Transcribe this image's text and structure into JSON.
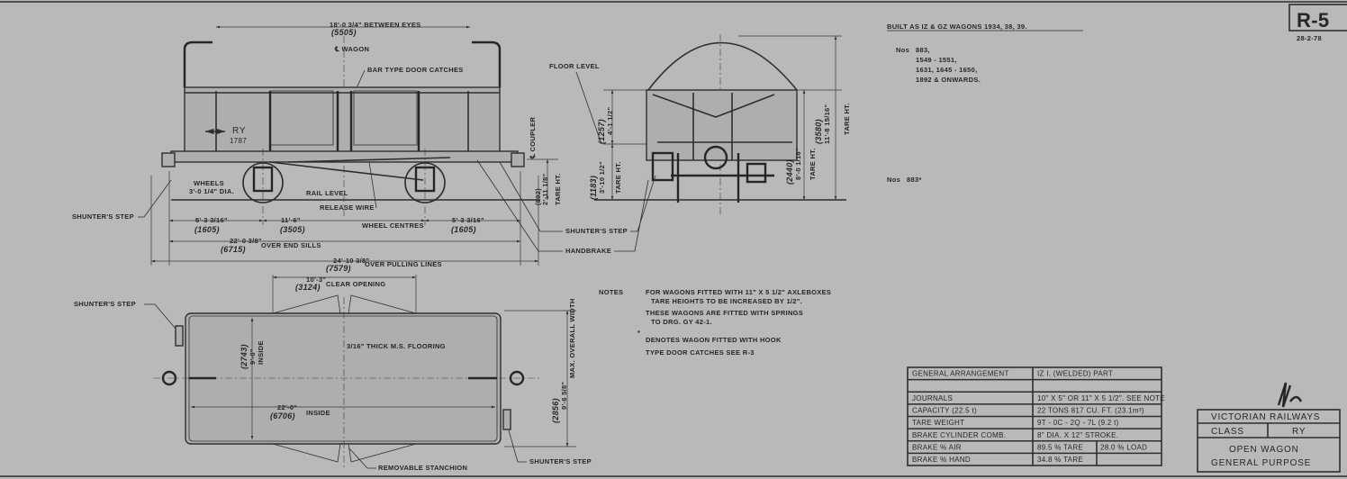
{
  "sheet": {
    "number": "R-5",
    "date": "28-2-78"
  },
  "built_note": "BUILT AS IZ & GZ WAGONS 1934, 38, 39.",
  "numbers": {
    "label": "Nos",
    "lines": [
      "883,",
      "1549 - 1551,",
      "1631,  1645 - 1650,",
      "1892 & ONWARDS."
    ],
    "second_label": "Nos",
    "second_value": "883*"
  },
  "side_elevation": {
    "between_eyes": "18'-0 3/4\" BETWEEN EYES",
    "between_eyes_mm": "(5505)",
    "centre_wagon": "℄ WAGON",
    "door_catches": "BAR TYPE DOOR CATCHES",
    "wagon_class": "RY",
    "wagon_number": "1787",
    "coupler": "℄ COUPLER",
    "wheels": "WHEELS",
    "wheel_dia": "3'-0 1/4\" DIA.",
    "rail_level": "RAIL LEVEL",
    "release_wire": "RELEASE WIRE",
    "shunters_step": "SHUNTER'S STEP",
    "end_left": "5'-3 3/16\"",
    "end_left_mm": "(1605)",
    "wheel_centres": "11'-6\"",
    "wheel_centres_mm": "(3505)",
    "wheel_centres_label": "WHEEL CENTRES",
    "end_right": "5'-3 3/16\"",
    "end_right_mm": "(1605)",
    "end_sills": "22'-0 3/8\"",
    "end_sills_mm": "(6715)",
    "end_sills_label": "OVER END SILLS",
    "pulling_lines": "24'-10 3/8\"",
    "pulling_lines_mm": "(7579)",
    "pulling_lines_label": "OVER PULLING LINES",
    "coupler_ht": "2'-11 1/8\"",
    "coupler_ht_mm": "(892)",
    "tare_ht": "TARE HT."
  },
  "end_elevation": {
    "floor_level": "FLOOR LEVEL",
    "side_ht": "4'-1 1/2\"",
    "side_ht_mm": "(1257)",
    "floor_ht": "3'-10 1/2\"",
    "floor_ht_mm": "(1183)",
    "body_ht": "8'-0 1/16\"",
    "body_ht_mm": "(2440)",
    "overall_ht": "11'-8 15/16\"",
    "overall_ht_mm": "(3580)",
    "tare_ht": "TARE HT.",
    "shunters_step": "SHUNTER'S STEP",
    "handbrake": "HANDBRAKE"
  },
  "plan": {
    "shunters_step_left": "SHUNTER'S STEP",
    "shunters_step_right": "SHUNTER'S STEP",
    "clear_opening": "10'-3\"",
    "clear_opening_mm": "(3124)",
    "clear_opening_label": "CLEAR OPENING",
    "flooring": "3/16\" THICK M.S. FLOORING",
    "inside_width": "9'-0\"",
    "inside_width_mm": "(2743)",
    "inside_label": "INSIDE",
    "inside_length": "22'-0\"",
    "inside_length_mm": "(6706)",
    "overall_width": "9'-6 5/8\"",
    "overall_width_mm": "(2856)",
    "overall_width_label": "MAX. OVERALL WIDTH",
    "stanchion": "REMOVABLE STANCHION"
  },
  "notes": {
    "heading": "NOTES",
    "lines": [
      "FOR WAGONS FITTED WITH 11\" X 5 1/2\" AXLEBOXES",
      "TARE HEIGHTS TO BE INCREASED BY 1/2\".",
      "THESE WAGONS ARE FITTED WITH SPRINGS",
      "TO DRG. GY 42-1.",
      "*",
      "DENOTES WAGON FITTED WITH HOOK",
      "TYPE DOOR CATCHES  SEE R-3"
    ]
  },
  "spec_table": [
    [
      "GENERAL ARRANGEMENT",
      "IZ I. (WELDED)  PART",
      ""
    ],
    [
      "",
      "",
      ""
    ],
    [
      "JOURNALS",
      "10\" X 5\" OR 11\" X 5 1/2\". SEE NOTE",
      ""
    ],
    [
      "CAPACITY          (22.5 t)",
      "22 TONS     817 CU. FT. (23.1m³)",
      ""
    ],
    [
      "TARE  WEIGHT",
      "9T - 0C - 2Q - 7L (9.2 t)",
      ""
    ],
    [
      "BRAKE  CYLINDER COMB.",
      "8\" DIA.  X  12\" STROKE.",
      ""
    ],
    [
      "BRAKE  %  AIR",
      "89.5 % TARE",
      "28.0 % LOAD"
    ],
    [
      "BRAKE  %  HAND",
      "34.8 % TARE",
      ""
    ]
  ],
  "title_block": {
    "railway": "VICTORIAN RAILWAYS",
    "class_label": "CLASS",
    "class_value": "RY",
    "desc1": "OPEN  WAGON",
    "desc2": "GENERAL  PURPOSE"
  }
}
